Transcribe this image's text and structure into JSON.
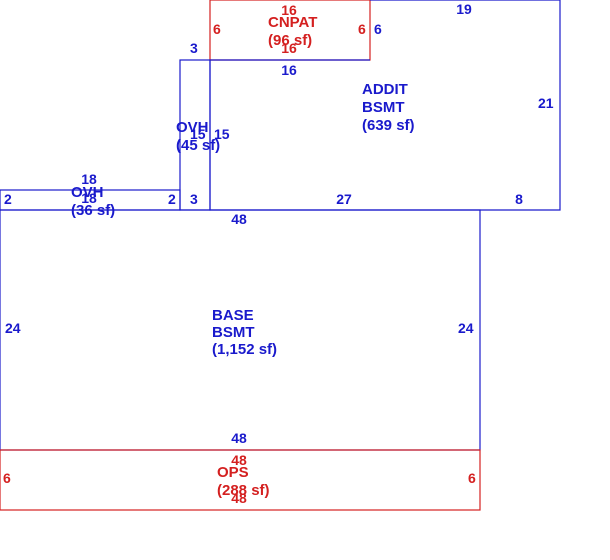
{
  "colors": {
    "blue": "#1a1acc",
    "red": "#d42020"
  },
  "areas": {
    "cnpat": {
      "name": "CNPAT",
      "area": "(96 sf)",
      "dims": {
        "top": "16",
        "bottom": "16",
        "left": "6",
        "right": "6"
      }
    },
    "addit": {
      "name1": "ADDIT",
      "name2": "BSMT",
      "area": "(639 sf)",
      "dims": {
        "top": "19",
        "left_top": "6",
        "top_inner": "16",
        "right": "21",
        "bottom_right": "8",
        "bottom": "27"
      }
    },
    "ovh_vert": {
      "name": "OVH",
      "area": "(45 sf)",
      "dims": {
        "top": "3",
        "left": "15",
        "right": "15",
        "bottom": "3"
      }
    },
    "ovh_horiz": {
      "name": "OVH",
      "area": "(36 sf)",
      "dims": {
        "top": "18",
        "bottom": "18",
        "left": "2",
        "right": "2"
      }
    },
    "base": {
      "name1": "BASE",
      "name2": "BSMT",
      "area": "(1,152 sf)",
      "dims": {
        "top": "48",
        "bottom": "48",
        "left": "24",
        "right": "24"
      }
    },
    "ops": {
      "name": "OPS",
      "area": "(288 sf)",
      "dims": {
        "top": "48",
        "bottom": "48",
        "left": "6",
        "right": "6"
      }
    }
  }
}
